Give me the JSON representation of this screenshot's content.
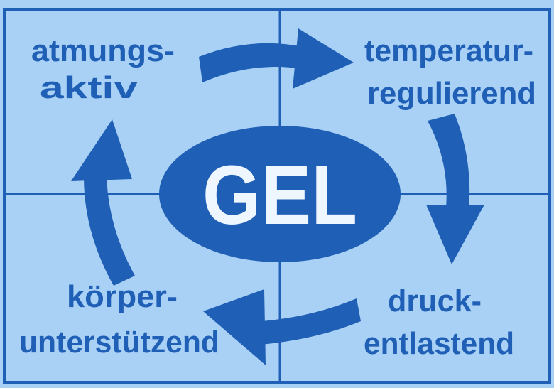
{
  "center": {
    "word": "GEL"
  },
  "quadrants": {
    "top_left": {
      "line1": "atmungs-",
      "line2": "aktiv"
    },
    "top_right": {
      "line1": "temperatur-",
      "line2": "regulierend"
    },
    "bottom_left": {
      "line1": "körper-",
      "line2": "unterstützend"
    },
    "bottom_right": {
      "line1": "druck-",
      "line2": "entlastend"
    }
  },
  "colors": {
    "panel": "#a9d1f5",
    "accent": "#1f5fb6",
    "center_text": "#eef6ff"
  }
}
